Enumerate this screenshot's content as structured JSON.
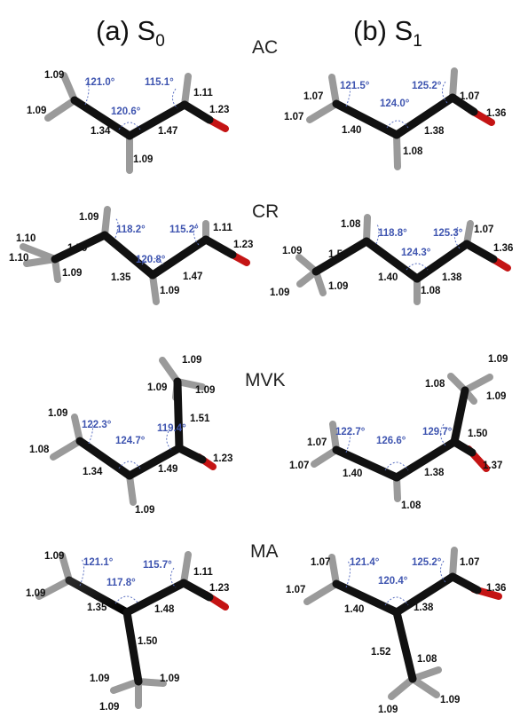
{
  "headers": {
    "a_prefix": "(a) S",
    "a_sub": "0",
    "b_prefix": "(b) S",
    "b_sub": "1"
  },
  "molecules": [
    {
      "name": "AC",
      "s0": {
        "lengths": [
          "1.09",
          "1.09",
          "1.34",
          "1.47",
          "1.11",
          "1.23",
          "1.09"
        ],
        "angles": [
          "121.0°",
          "120.6°",
          "115.1°"
        ]
      },
      "s1": {
        "lengths": [
          "1.07",
          "1.07",
          "1.40",
          "1.38",
          "1.07",
          "1.36",
          "1.08"
        ],
        "angles": [
          "121.5°",
          "124.0°",
          "125.2°"
        ]
      }
    },
    {
      "name": "CR",
      "s0": {
        "lengths": [
          "1.09",
          "1.10",
          "1.10",
          "1.50",
          "1.09",
          "1.35",
          "1.47",
          "1.11",
          "1.23",
          "1.09"
        ],
        "angles": [
          "118.2°",
          "120.8°",
          "115.2°"
        ]
      },
      "s1": {
        "lengths": [
          "1.08",
          "1.09",
          "1.09",
          "1.50",
          "1.09",
          "1.40",
          "1.38",
          "1.07",
          "1.36",
          "1.08"
        ],
        "angles": [
          "118.8°",
          "124.3°",
          "125.3°"
        ]
      }
    },
    {
      "name": "MVK",
      "s0": {
        "lengths": [
          "1.09",
          "1.09",
          "1.09",
          "1.09",
          "1.08",
          "1.34",
          "1.49",
          "1.51",
          "1.23",
          "1.09"
        ],
        "angles": [
          "122.3°",
          "124.7°",
          "119.4°"
        ]
      },
      "s1": {
        "lengths": [
          "1.09",
          "1.08",
          "1.09",
          "1.07",
          "1.07",
          "1.40",
          "1.38",
          "1.50",
          "1.37",
          "1.08"
        ],
        "angles": [
          "122.7°",
          "126.6°",
          "129.7°"
        ]
      }
    },
    {
      "name": "MA",
      "s0": {
        "lengths": [
          "1.09",
          "1.09",
          "1.35",
          "1.48",
          "1.11",
          "1.23",
          "1.50",
          "1.09",
          "1.09",
          "1.09"
        ],
        "angles": [
          "121.1°",
          "117.8°",
          "115.7°"
        ]
      },
      "s1": {
        "lengths": [
          "1.07",
          "1.07",
          "1.40",
          "1.38",
          "1.07",
          "1.36",
          "1.52",
          "1.08",
          "1.09",
          "1.09"
        ],
        "angles": [
          "121.4°",
          "120.4°",
          "125.2°"
        ]
      }
    }
  ]
}
